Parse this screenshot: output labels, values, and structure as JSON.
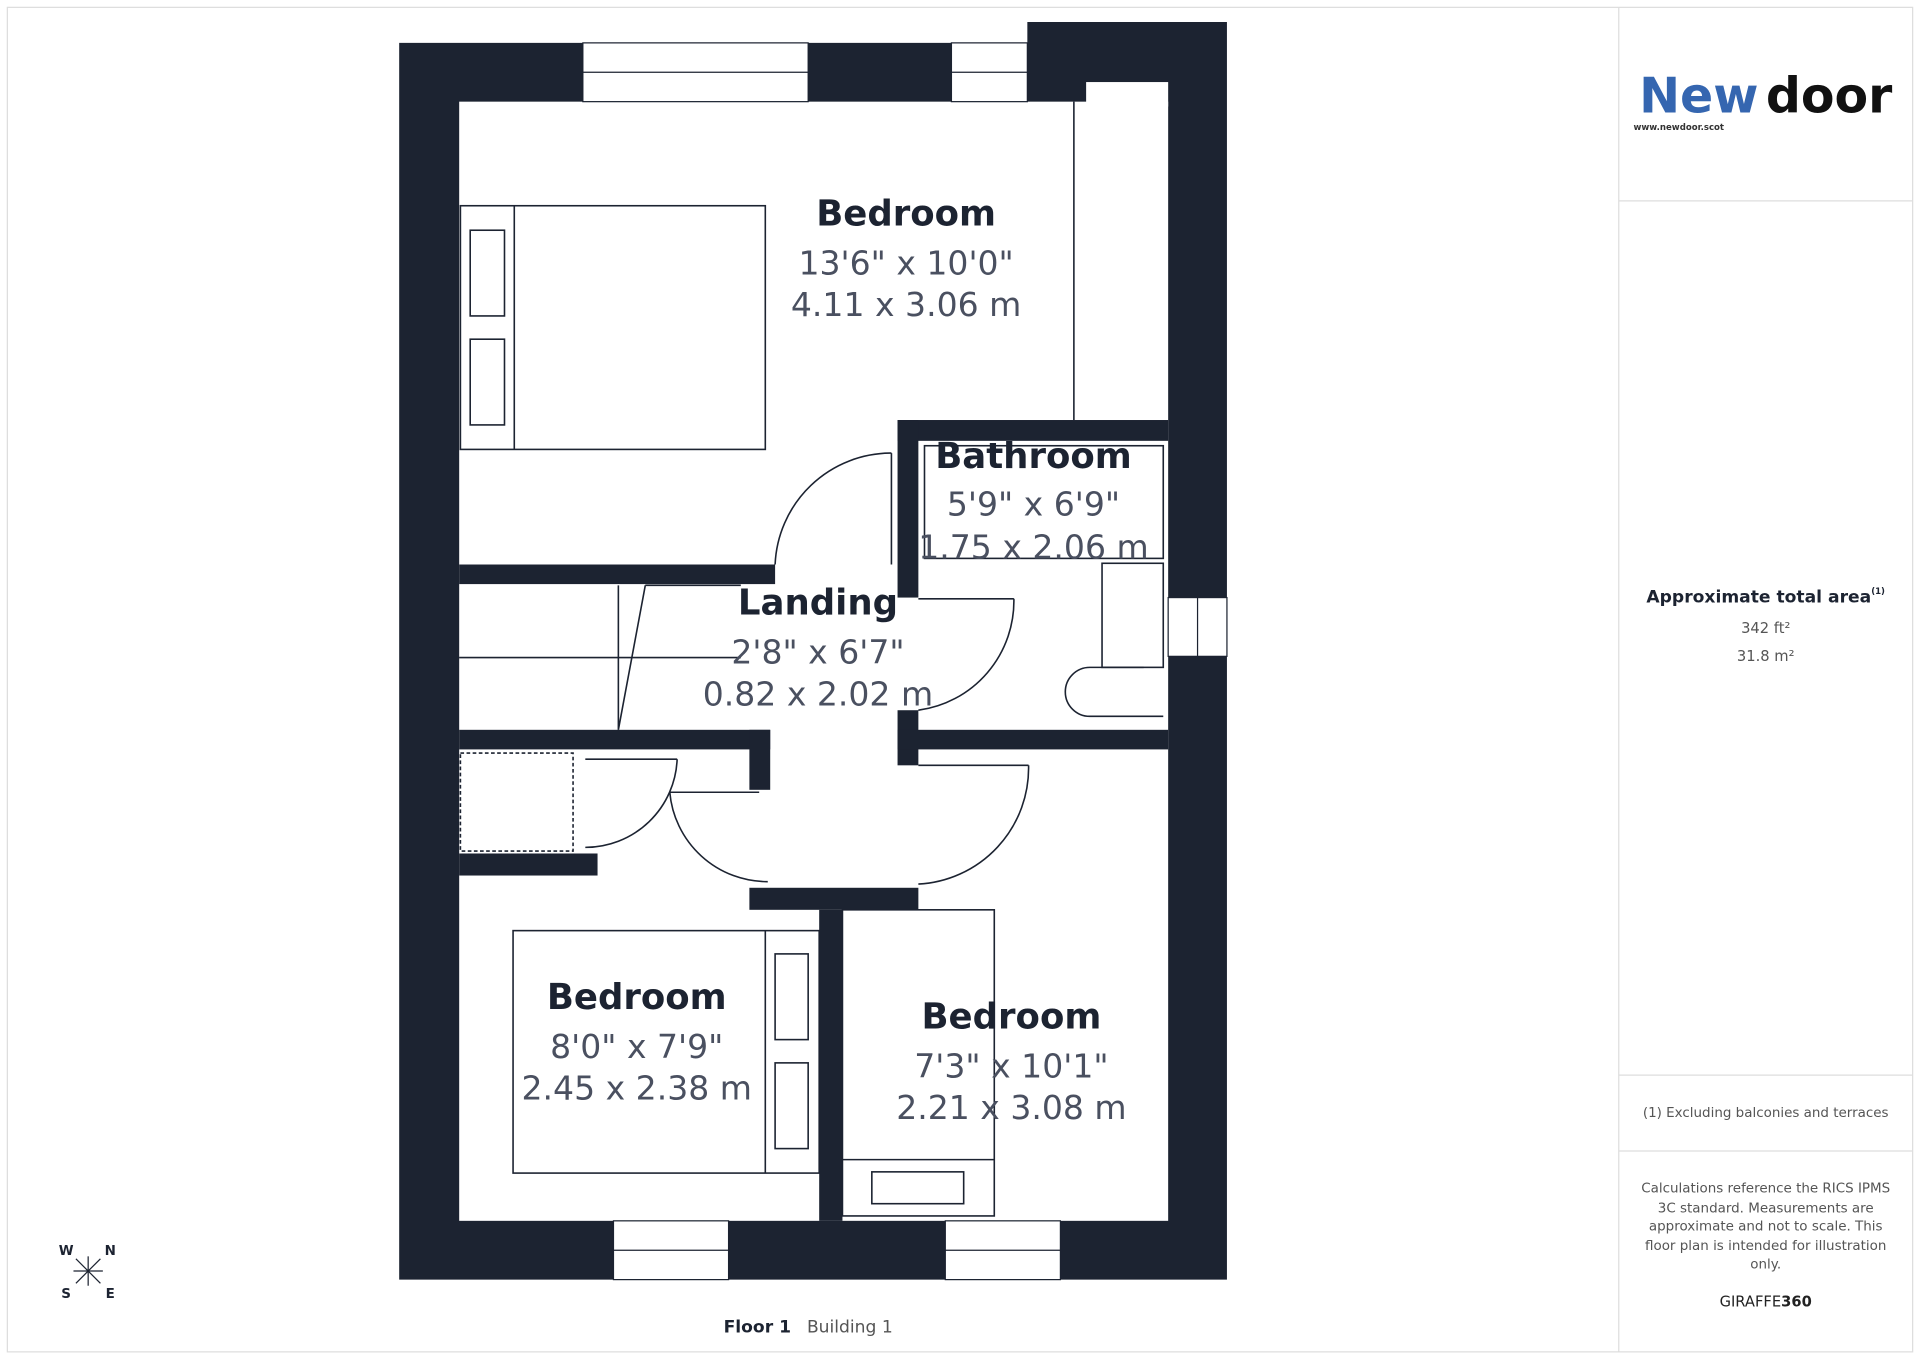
{
  "colors": {
    "wall": "#1c2331",
    "brand_blue": "#3566b0",
    "text": "#4a5060"
  },
  "logo": {
    "text_blue": "New",
    "text_black": "door",
    "url": "www.newdoor.scot"
  },
  "rooms": [
    {
      "name": "Bedroom",
      "imperial": "13'6\" x 10'0\"",
      "metric": "4.11 x 3.06 m"
    },
    {
      "name": "Bathroom",
      "imperial": "5'9\" x 6'9\"",
      "metric": "1.75 x 2.06 m"
    },
    {
      "name": "Landing",
      "imperial": "2'8\" x 6'7\"",
      "metric": "0.82 x 2.02 m"
    },
    {
      "name": "Bedroom",
      "imperial": "8'0\" x 7'9\"",
      "metric": "2.45 x 2.38 m"
    },
    {
      "name": "Bedroom",
      "imperial": "7'3\" x 10'1\"",
      "metric": "2.21 x 3.08 m"
    }
  ],
  "compass": {
    "w": "W",
    "n": "N",
    "s": "S",
    "e": "E"
  },
  "footer": {
    "floor": "Floor 1",
    "building": "Building 1"
  },
  "area": {
    "title": "Approximate total area",
    "sup": "(1)",
    "imperial": "342 ft²",
    "metric": "31.8 m²"
  },
  "note": "(1) Excluding balconies and terraces",
  "disclaimer": [
    "Calculations reference the RICS IPMS",
    "3C standard. Measurements are",
    "approximate and not to scale. This",
    "floor plan is intended for illustration",
    "only."
  ],
  "brand": {
    "a": "GIRAFFE",
    "b": "360"
  }
}
